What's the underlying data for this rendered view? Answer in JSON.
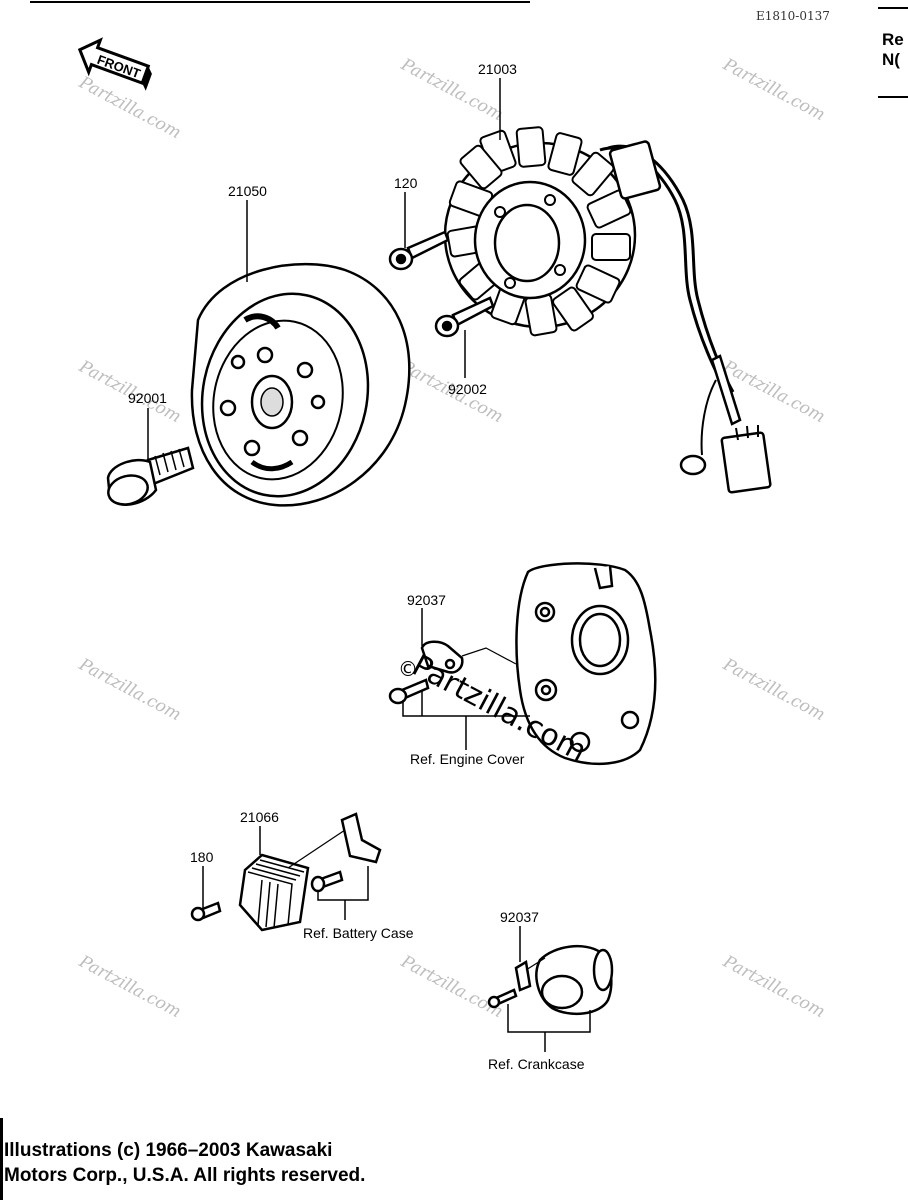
{
  "header": {
    "code": "E1810-0137",
    "side_text": [
      "Re",
      "N("
    ]
  },
  "front_arrow": "FRONT",
  "parts": {
    "p21003": "21003",
    "p120": "120",
    "p21050": "21050",
    "p92001": "92001",
    "p92002": "92002",
    "p92037a": "92037",
    "p21066": "21066",
    "p180": "180",
    "p92037b": "92037"
  },
  "refs": {
    "engine_cover": "Ref. Engine Cover",
    "battery_case": "Ref. Battery Case",
    "crankcase": "Ref. Crankcase"
  },
  "watermarks": {
    "small": "Partzilla.com",
    "big": "Partzilla.com"
  },
  "copyright": {
    "line1": "Illustrations (c) 1966–2003 Kawasaki",
    "line2": "Motors Corp., U.S.A.  All rights reserved."
  }
}
